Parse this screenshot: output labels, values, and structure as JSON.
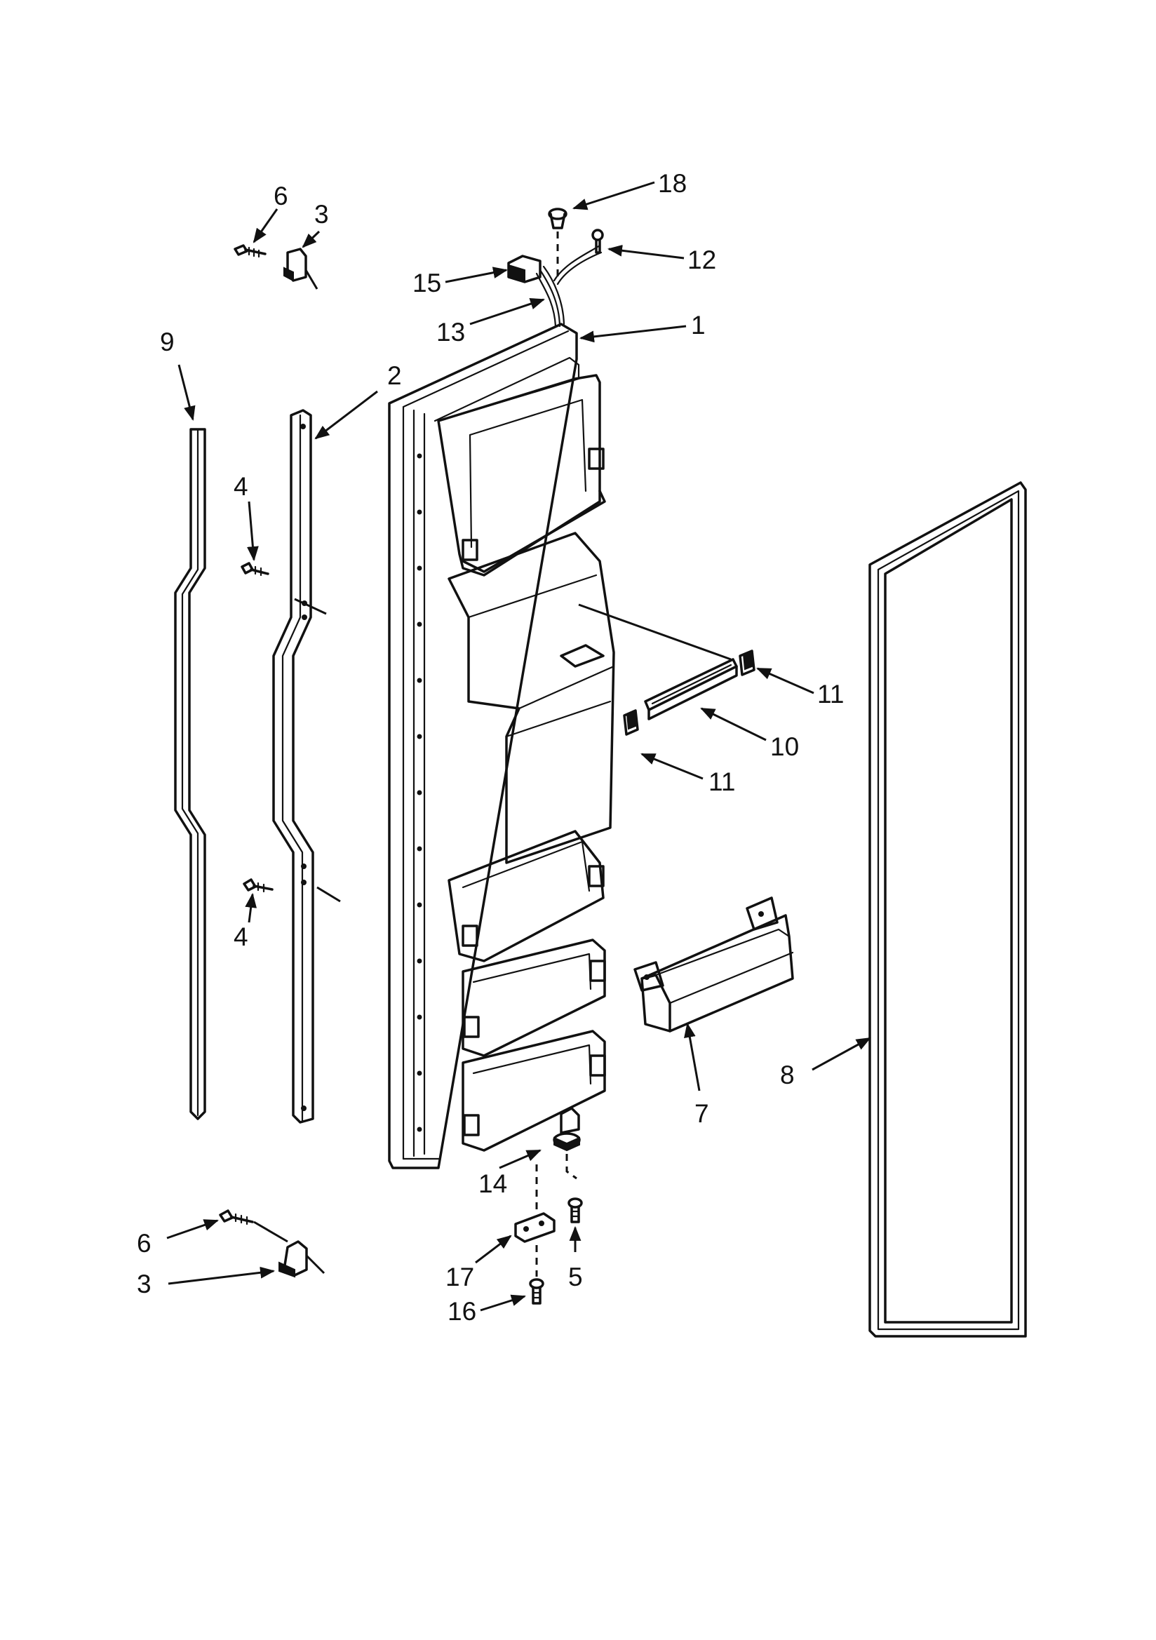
{
  "callouts": [
    {
      "id": "c18",
      "text": "18"
    },
    {
      "id": "c6a",
      "text": "6"
    },
    {
      "id": "c3a",
      "text": "3"
    },
    {
      "id": "c12",
      "text": "12"
    },
    {
      "id": "c15",
      "text": "15"
    },
    {
      "id": "c13",
      "text": "13"
    },
    {
      "id": "c1",
      "text": "1"
    },
    {
      "id": "c9",
      "text": "9"
    },
    {
      "id": "c2",
      "text": "2"
    },
    {
      "id": "c4a",
      "text": "4"
    },
    {
      "id": "c11a",
      "text": "11"
    },
    {
      "id": "c10",
      "text": "10"
    },
    {
      "id": "c11b",
      "text": "11"
    },
    {
      "id": "c4b",
      "text": "4"
    },
    {
      "id": "c8",
      "text": "8"
    },
    {
      "id": "c7",
      "text": "7"
    },
    {
      "id": "c14",
      "text": "14"
    },
    {
      "id": "c6b",
      "text": "6"
    },
    {
      "id": "c3b",
      "text": "3"
    },
    {
      "id": "c17",
      "text": "17"
    },
    {
      "id": "c5",
      "text": "5"
    },
    {
      "id": "c16",
      "text": "16"
    }
  ]
}
